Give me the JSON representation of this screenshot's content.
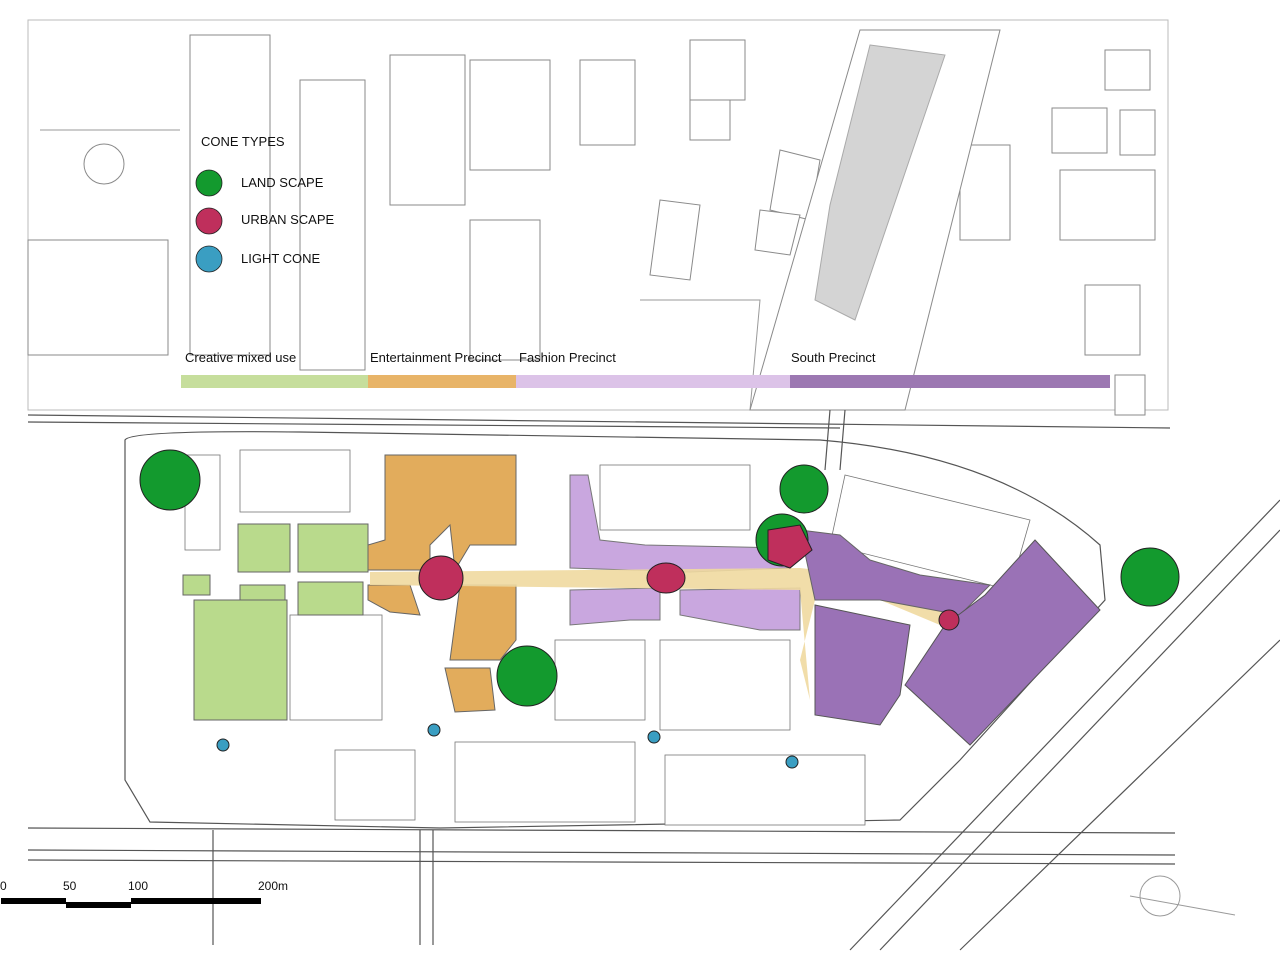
{
  "legend": {
    "title": "CONE TYPES",
    "items": [
      {
        "label": "LAND SCAPE",
        "color": "#139a2e"
      },
      {
        "label": "URBAN SCAPE",
        "color": "#bf2f5c"
      },
      {
        "label": "LIGHT CONE",
        "color": "#3a9ec2"
      }
    ]
  },
  "precincts": [
    {
      "label": "Creative mixed use",
      "color": "#c6de9c"
    },
    {
      "label": "Entertainment Precinct",
      "color": "#e8b468"
    },
    {
      "label": "Fashion Precinct",
      "color": "#dcc3e8"
    },
    {
      "label": "South Precinct",
      "color": "#9c78b2"
    }
  ],
  "building_colors": {
    "creative": "#b9da8c",
    "entertainment": "#e2ac5c",
    "fashion": "#c9a7df",
    "south": "#9a72b6",
    "mall_street": "#f0d9a0",
    "existing": "#d4d4d4"
  },
  "scale_bar": {
    "labels": [
      "0",
      "50",
      "100",
      "200m"
    ]
  }
}
